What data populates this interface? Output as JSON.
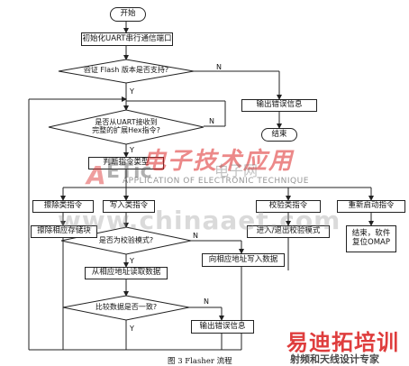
{
  "flowchart": {
    "start": "开始",
    "init_uart": "初始化UART串行通信端口",
    "verify_flash": "验证 Flash 版本是否支持?",
    "output_error_1": "输出错误信息",
    "end_1": "结束",
    "received_hex": "是否从UART接收到\n完整的扩展Hex指令?",
    "judge_type": "判断指令类型",
    "erase_cmd": "擦除类指令",
    "write_cmd": "写入类指令",
    "verify_cmd": "校验类指令",
    "restart_cmd": "重新启动指令",
    "erase_storage": "擦除相应存储块",
    "is_verify_mode": "是否为校验模式?",
    "enter_exit_verify": "进入/退出校验模式",
    "end_reset": "结束，软件\n复位OMAP",
    "write_data": "向相应地址写入数据",
    "read_data": "从相应地址读取数据",
    "compare_data": "比较数据是否一致?",
    "output_error_2": "输出错误信息",
    "yes": "Y",
    "no": "N"
  },
  "caption": "图 3  Flasher 流程",
  "watermarks": {
    "cn_title": "电子技术应用",
    "en_subtitle": "APPLICATION OF ELECTRONIC TECHNIQUE",
    "site": "www.chinaaet.com",
    "brand": "易迪拓培训",
    "brand_sub": "射频和天线设计专家",
    "logo_a": "A",
    "logo_etic": "ETic",
    "logo_mid": "电子网"
  }
}
